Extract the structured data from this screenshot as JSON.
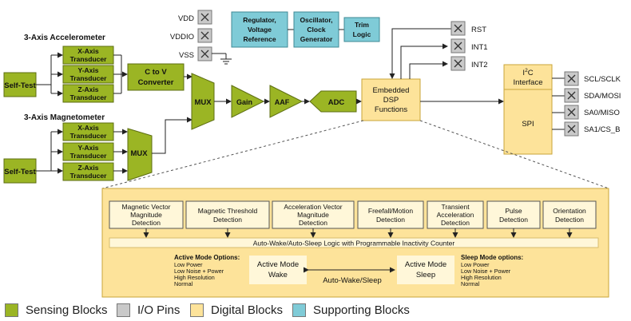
{
  "colors": {
    "sensing": "#9bb524",
    "io": "#c9c9c9",
    "digital": "#fde39a",
    "supporting": "#7fcbd7"
  },
  "accelerometer": {
    "title": "3-Axis Accelerometer",
    "self_test": "Self-Test",
    "x": [
      "X-Axis",
      "Transducer"
    ],
    "y": [
      "Y-Axis",
      "Transducer"
    ],
    "z": [
      "Z-Axis",
      "Transducer"
    ],
    "c_to_v": [
      "C to V",
      "Converter"
    ]
  },
  "magnetometer": {
    "title": "3-Axis Magnetometer",
    "self_test": "Self-Test",
    "x": [
      "X-Axis",
      "Transducer"
    ],
    "y": [
      "Y-Axis",
      "Transducer"
    ],
    "z": [
      "Z-Axis",
      "Transducer"
    ],
    "mux": "MUX"
  },
  "chain": {
    "mux": "MUX",
    "gain": "Gain",
    "aaf": "AAF",
    "adc": "ADC"
  },
  "power_pins": {
    "vdd": "VDD",
    "vddio": "VDDIO",
    "vss": "VSS"
  },
  "supporting": {
    "regulator": [
      "Regulator,",
      "Voltage",
      "Reference"
    ],
    "oscillator": [
      "Oscillator,",
      "Clock",
      "Generator"
    ],
    "trim": [
      "Trim",
      "Logic"
    ]
  },
  "dsp": [
    "Embedded",
    "DSP",
    "Functions"
  ],
  "outputs": {
    "rst": "RST",
    "int1": "INT1",
    "int2": "INT2"
  },
  "interface": {
    "i2c_prefix": "I",
    "i2c_sup": "2",
    "i2c_rest": "C",
    "i2c_line2": "Interface",
    "spi": "SPI",
    "pins": [
      "SCL/SCLK",
      "SDA/MOSI",
      "SA0/MISO",
      "SA1/CS_B"
    ]
  },
  "functions": [
    [
      "Magnetic Vector",
      "Magnitude",
      "Detection"
    ],
    [
      "Magnetic Threshold",
      "Detection"
    ],
    [
      "Acceleration Vector",
      "Magnitude",
      "Detection"
    ],
    [
      "Freefall/Motion",
      "Detection"
    ],
    [
      "Transient",
      "Acceleration",
      "Detection"
    ],
    [
      "Pulse",
      "Detection"
    ],
    [
      "Orientation",
      "Detection"
    ]
  ],
  "auto_logic": "Auto-Wake/Auto-Sleep Logic with Programmable Inactivity Counter",
  "active_options": {
    "title": "Active Mode Options:",
    "items": [
      "Low Power",
      "Low Noise + Power",
      "High Resolution",
      "Normal"
    ]
  },
  "active_wake": [
    "Active Mode",
    "Wake"
  ],
  "active_sleep": [
    "Active Mode",
    "Sleep"
  ],
  "auto_wake_sleep": "Auto-Wake/Sleep",
  "sleep_options": {
    "title": "Sleep Mode options:",
    "items": [
      "Low Power",
      "Low Noise + Power",
      "High Resolution",
      "Normal"
    ]
  },
  "legend": {
    "sensing": "Sensing Blocks",
    "io": "I/O Pins",
    "digital": "Digital Blocks",
    "supporting": "Supporting Blocks"
  }
}
